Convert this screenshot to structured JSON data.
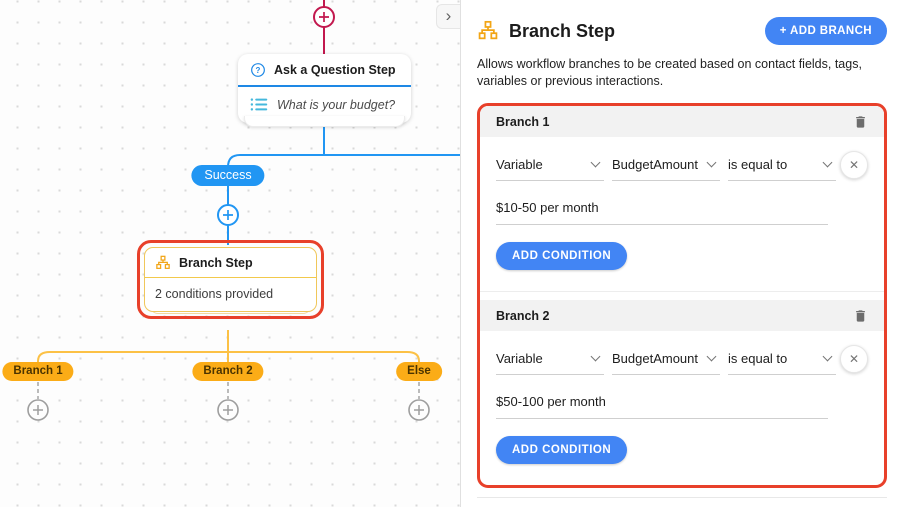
{
  "colors": {
    "accent_blue": "#4285F4",
    "flow_blue": "#2196F3",
    "amber": "#FBAC17",
    "crimson": "#C2184E",
    "selection_red": "#E8402A"
  },
  "canvas": {
    "question_card": {
      "title": "Ask a Question Step",
      "body": "What is your budget?"
    },
    "success_badge": "Success",
    "branch_card": {
      "title": "Branch Step",
      "subtitle": "2 conditions provided"
    },
    "branch_pills": [
      {
        "label": "Branch 1"
      },
      {
        "label": "Branch 2"
      },
      {
        "label": "Else"
      }
    ],
    "panel_toggle_glyph": "›"
  },
  "panel": {
    "title": "Branch Step",
    "add_branch_label": "+ ADD BRANCH",
    "description": "Allows workflow branches to be created based on contact fields, tags, variables or previous interactions.",
    "add_condition_label": "ADD CONDITION",
    "close_glyph": "✕",
    "branches": [
      {
        "name": "Branch 1",
        "condition_type": "Variable",
        "condition_field": "BudgetAmount",
        "condition_operator": "is equal to",
        "condition_value": "$10-50 per month"
      },
      {
        "name": "Branch 2",
        "condition_type": "Variable",
        "condition_field": "BudgetAmount",
        "condition_operator": "is equal to",
        "condition_value": "$50-100 per month"
      }
    ]
  }
}
